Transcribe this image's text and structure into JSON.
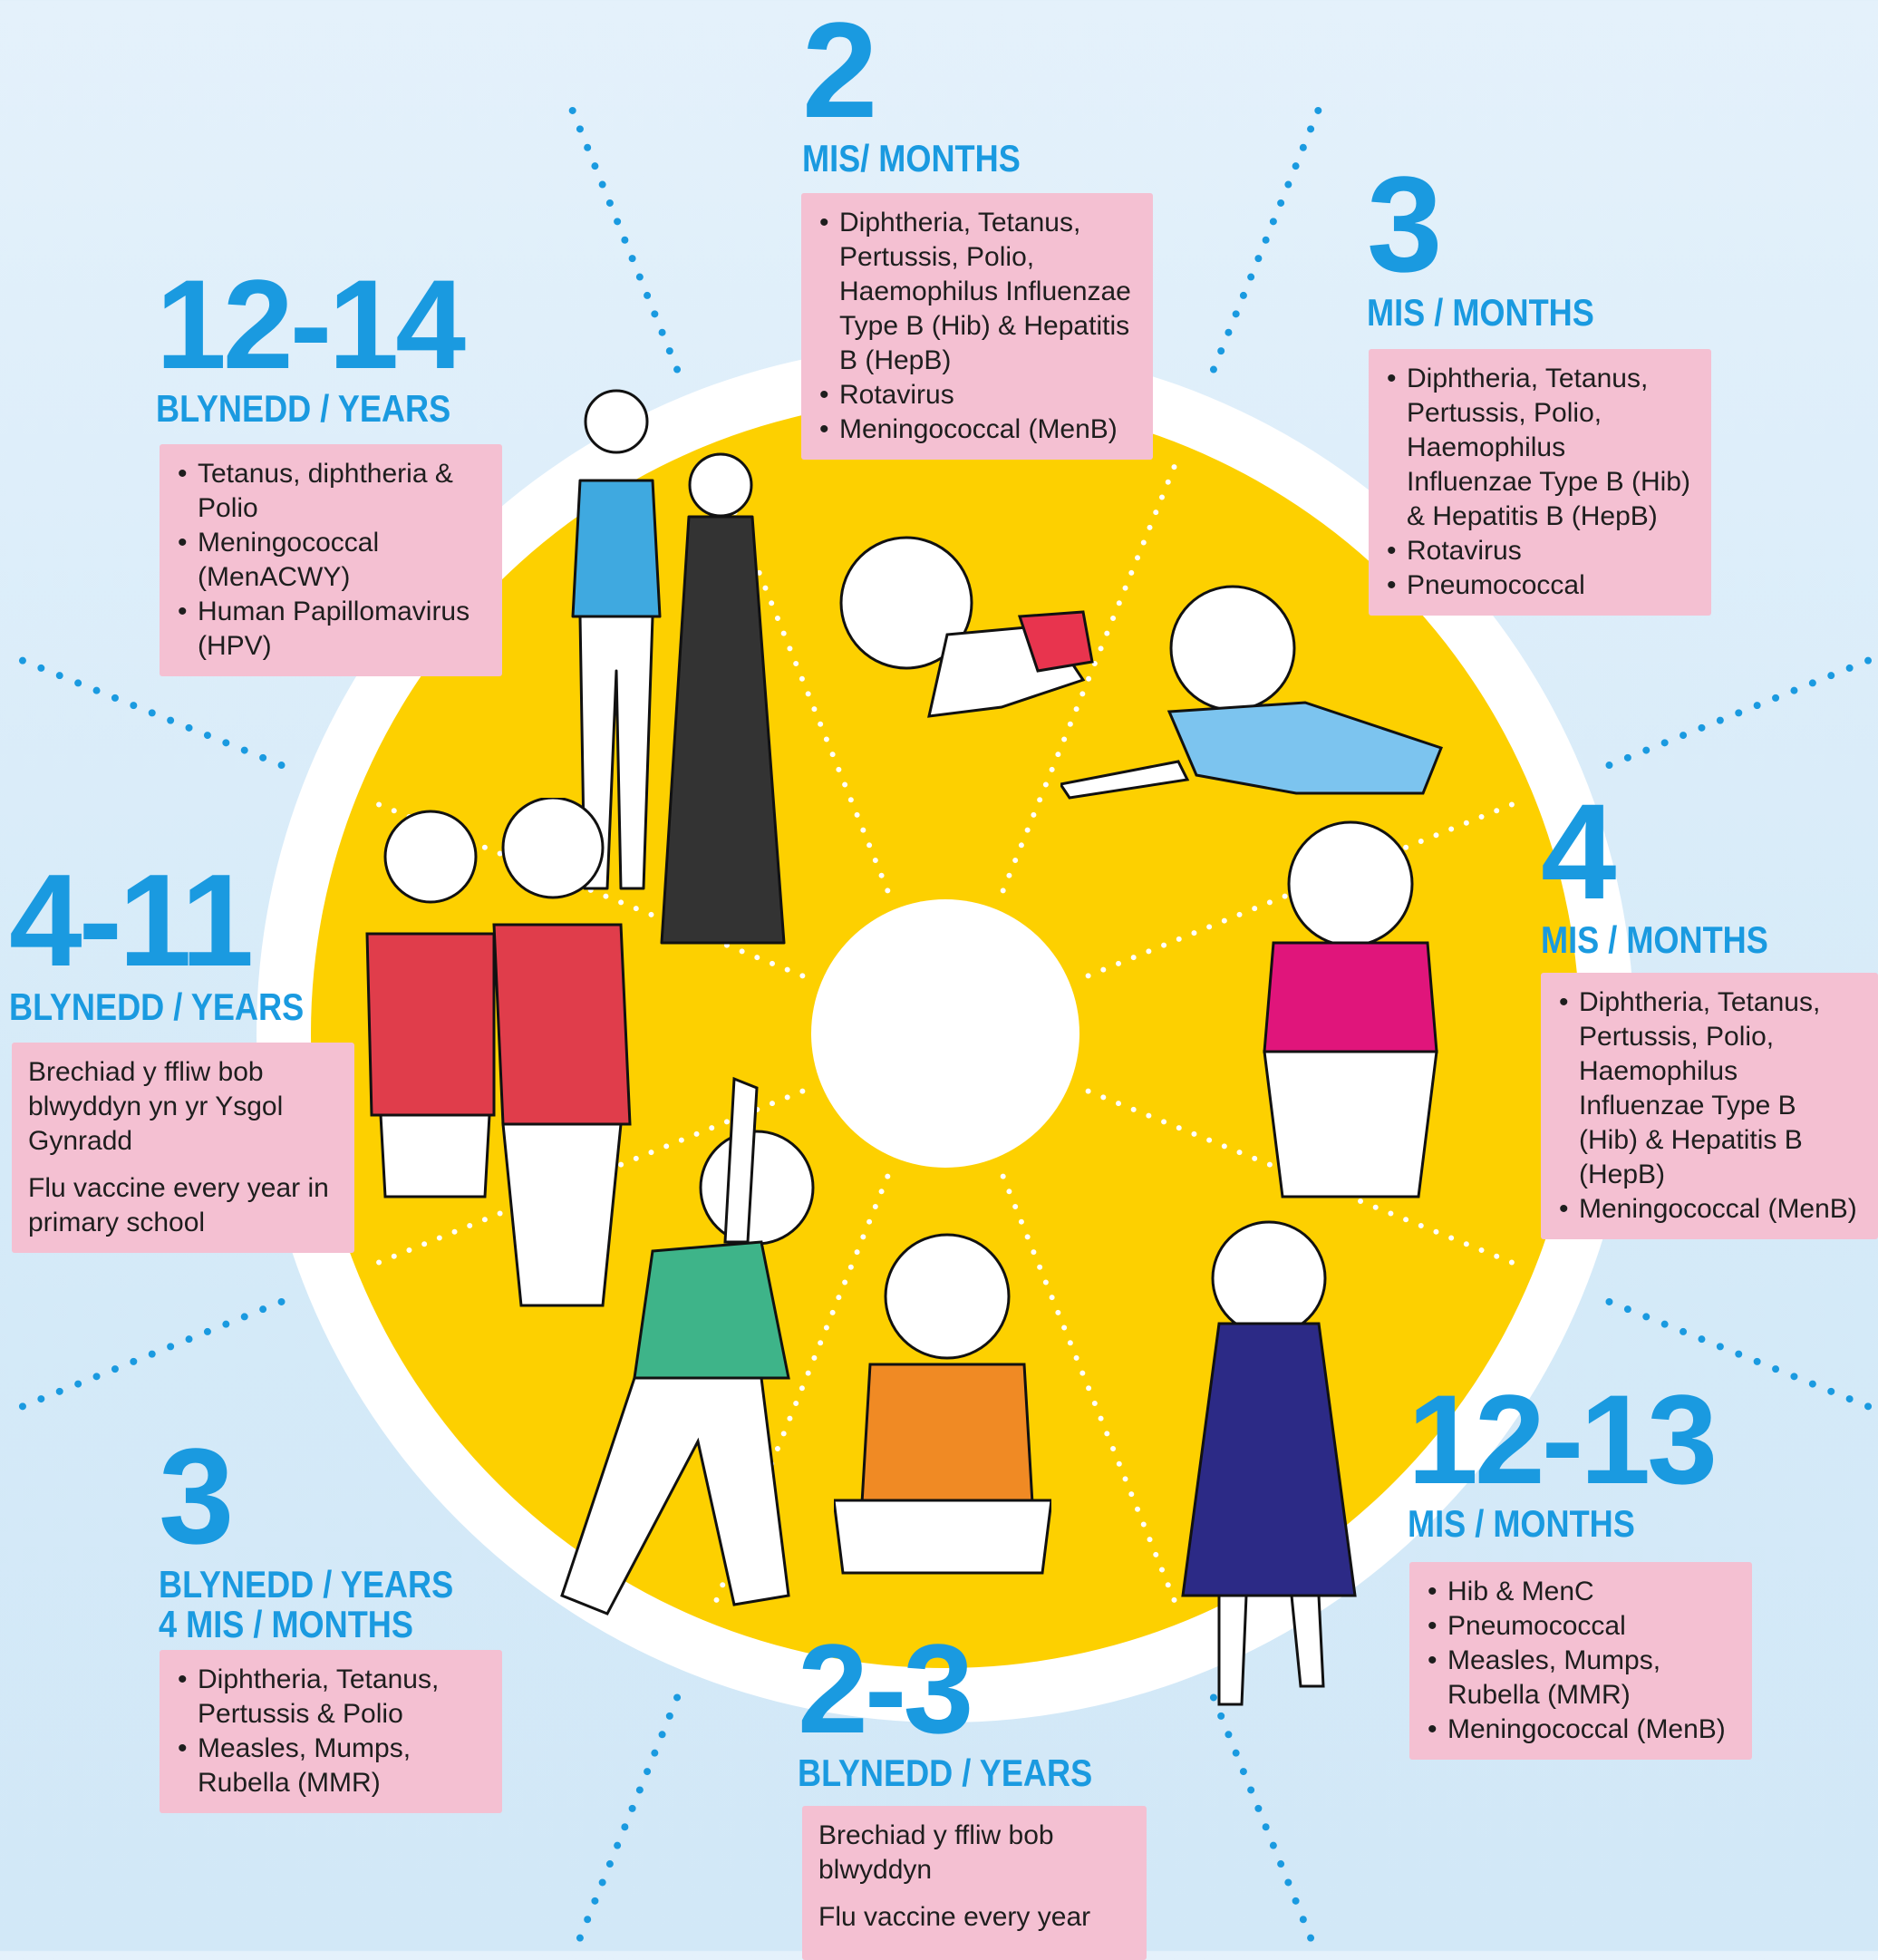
{
  "stages": {
    "m2": {
      "num": "2",
      "label1": "MIS/ MONTHS",
      "label2": "",
      "items": [
        "Diphtheria, Tetanus, Pertussis, Polio, Haemophilus Influenzae Type B (Hib) & Hepatitis B (HepB)",
        "Rotavirus",
        "Meningococcal (MenB)"
      ]
    },
    "m3": {
      "num": "3",
      "label1": "MIS / MONTHS",
      "label2": "",
      "items": [
        "Diphtheria, Tetanus, Pertussis, Polio, Haemophilus Influenzae Type B (Hib) & Hepatitis B (HepB)",
        "Rotavirus",
        "Pneumococcal"
      ]
    },
    "m4": {
      "num": "4",
      "label1": "MIS / MONTHS",
      "label2": "",
      "items": [
        "Diphtheria, Tetanus, Pertussis, Polio, Haemophilus Influenzae Type B (Hib) & Hepatitis B (HepB)",
        "Meningococcal (MenB)"
      ]
    },
    "m1213": {
      "num": "12-13",
      "label1": "MIS / MONTHS",
      "label2": "",
      "items": [
        "Hib & MenC",
        "Pneumococcal",
        "Measles, Mumps, Rubella (MMR)",
        "Meningococcal (MenB)"
      ]
    },
    "y23": {
      "num": "2-3",
      "label1": "BLYNEDD / YEARS",
      "label2": "",
      "paras": [
        "Brechiad y ffliw bob blwyddyn",
        "Flu vaccine every year"
      ]
    },
    "y3": {
      "num": "3",
      "label1": "BLYNEDD / YEARS",
      "label2": "4 MIS / MONTHS",
      "items": [
        "Diphtheria, Tetanus, Pertussis & Polio",
        "Measles, Mumps, Rubella (MMR)"
      ]
    },
    "y411": {
      "num": "4-11",
      "label1": "BLYNEDD / YEARS",
      "label2": "",
      "paras": [
        "Brechiad y ffliw bob blwyddyn yn yr Ysgol Gynradd",
        "Flu vaccine every year in primary school"
      ]
    },
    "y1214": {
      "num": "12-14",
      "label1": "BLYNEDD / YEARS",
      "label2": "",
      "items": [
        "Tetanus, diphtheria & Polio",
        "Meningococcal (MenACWY)",
        "Human Papillomavirus (HPV)"
      ]
    }
  },
  "colors": {
    "accent_blue": "#1a9ae0",
    "wheel_yellow": "#fdd000",
    "box_pink": "#f4c0d2",
    "background": "#dcedf9"
  }
}
